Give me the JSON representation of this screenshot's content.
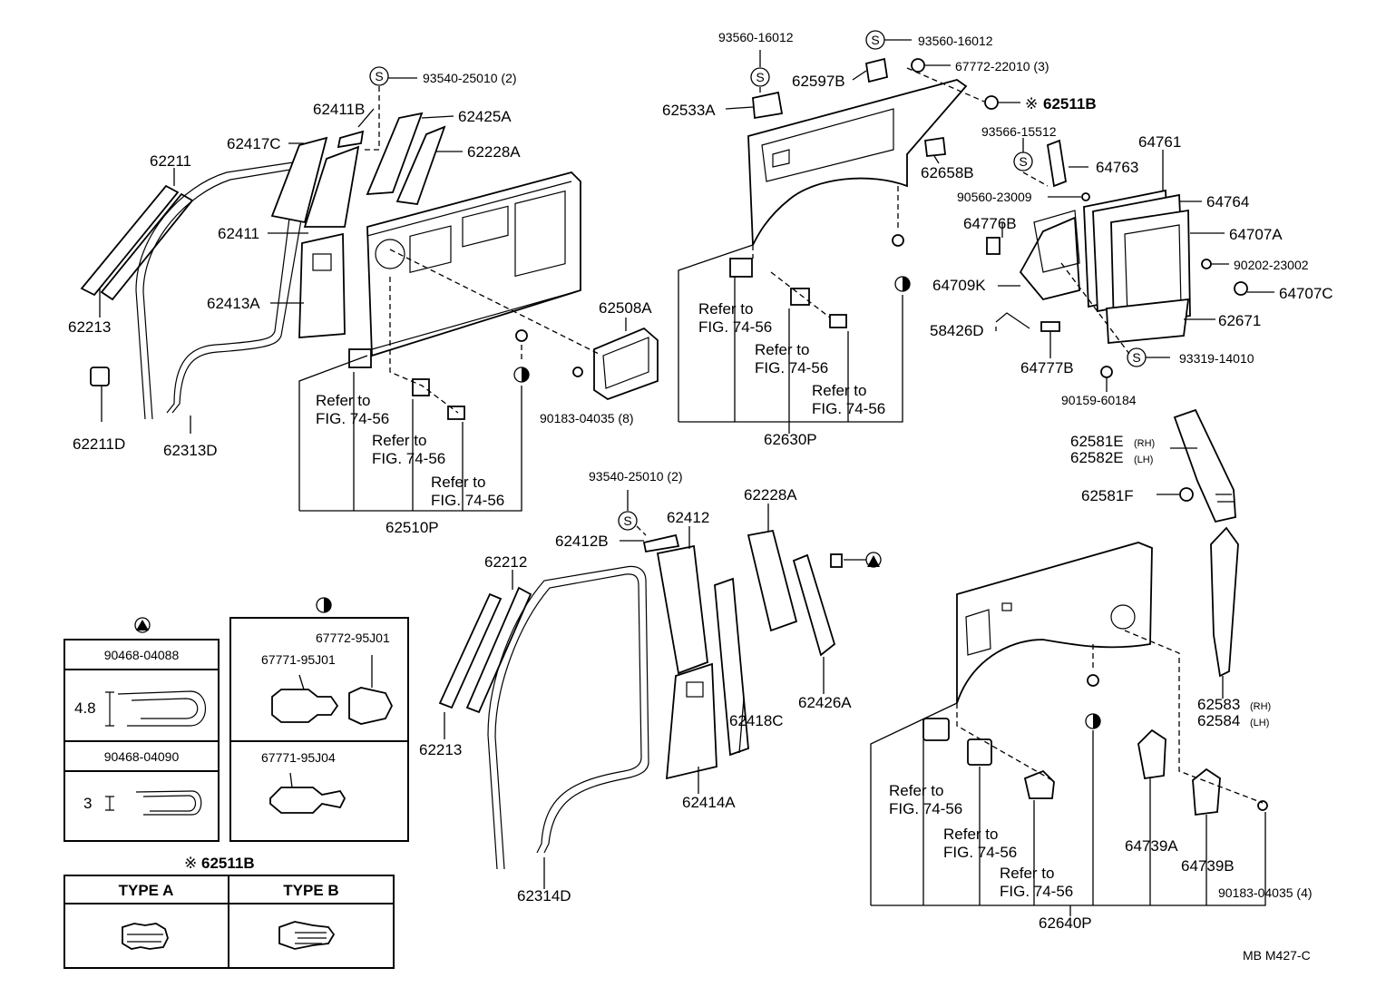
{
  "labels": {
    "l_62211": "62211",
    "l_62213_a": "62213",
    "l_62211D": "62211D",
    "l_62313D": "62313D",
    "l_62417C": "62417C",
    "l_62411B": "62411B",
    "l_62411": "62411",
    "l_62413A": "62413A",
    "l_93540_25010_a": "93540-25010 (2)",
    "l_62425A": "62425A",
    "l_62228A_a": "62228A",
    "l_62508A": "62508A",
    "l_90183_04035_8": "90183-04035 (8)",
    "l_62510P": "62510P",
    "l_93560_16012_a": "93560-16012",
    "l_93560_16012_b": "93560-16012",
    "l_62597B": "62597B",
    "l_67772_22010": "67772-22010 (3)",
    "l_62533A": "62533A",
    "l_62511B": "62511B",
    "l_93566_15512": "93566-15512",
    "l_62658B": "62658B",
    "l_64761": "64761",
    "l_64763": "64763",
    "l_90560_23009": "90560-23009",
    "l_64764": "64764",
    "l_64776B": "64776B",
    "l_64707A": "64707A",
    "l_90202_23002": "90202-23002",
    "l_64709K": "64709K",
    "l_64707C": "64707C",
    "l_62671": "62671",
    "l_58426D": "58426D",
    "l_93319_14010": "93319-14010",
    "l_64777B": "64777B",
    "l_90159_60184": "90159-60184",
    "l_62630P": "62630P",
    "l_62581E": "62581E",
    "l_62582E": "62582E",
    "l_62581F": "62581F",
    "l_93540_25010_b": "93540-25010 (2)",
    "l_62412B": "62412B",
    "l_62412": "62412",
    "l_62212": "62212",
    "l_62228A_b": "62228A",
    "l_62418C": "62418C",
    "l_62426A": "62426A",
    "l_62414A": "62414A",
    "l_62213_b": "62213",
    "l_62314D": "62314D",
    "l_62583": "62583",
    "l_62584": "62584",
    "l_64739A": "64739A",
    "l_64739B": "64739B",
    "l_90183_04035_4": "90183-04035 (4)",
    "l_62640P": "62640P",
    "l_figure_code": "MB  M427-C"
  },
  "side_tags": {
    "rh": "(RH)",
    "lh": "(LH)"
  },
  "refer_lines": {
    "line1": "Refer to",
    "line2": "FIG. 74-56"
  },
  "symbol_glyphs": {
    "s": "S",
    "asterisk": "※"
  },
  "detail_triangle": {
    "row1_part": "90468-04088",
    "row1_dim": "4.8",
    "row2_part": "90468-04090",
    "row2_dim": "3"
  },
  "detail_halfcircle": {
    "part_a": "67772-95J01",
    "part_b": "67771-95J01",
    "part_c": "67771-95J04"
  },
  "type_table": {
    "title": "62511B",
    "col_a": "TYPE  A",
    "col_b": "TYPE  B"
  }
}
